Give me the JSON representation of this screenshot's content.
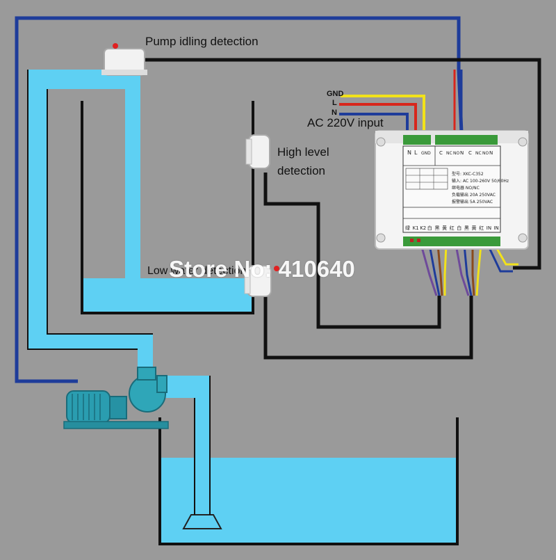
{
  "labels": {
    "pump_idling": "Pump idling detection",
    "high_level_1": "High level",
    "high_level_2": "detection",
    "low_level": "Low water detection",
    "ac_input": "AC  220V input",
    "gnd": "GND",
    "l": "L",
    "n": "N"
  },
  "watermark": "Store No: 410640",
  "controller": {
    "terminal_top_left": [
      "N",
      "L",
      "GND"
    ],
    "terminal_top_right": [
      "C",
      "NC",
      "NO",
      "N",
      "C",
      "NC",
      "NO",
      "N"
    ],
    "model_line": "型号: XKC-C352",
    "spec_input": "输入: AC 100-260V 50/60Hz",
    "spec_relay": "继电器 NO/NC",
    "spec_load": "负载输出 20A 250VAC",
    "spec_alarm": "报警输出 5A 250VAC",
    "bottom_codes": [
      "绿",
      "K1",
      "K2",
      "白",
      "黑",
      "黄",
      "红",
      "白",
      "黑",
      "黄",
      "红",
      "IN",
      "IN"
    ]
  },
  "colors": {
    "background": "#9a9a9a",
    "water": "#5ed0f3",
    "wire_black": "#111111",
    "wire_blue": "#1e3c9a",
    "wire_yellow": "#f2e21a",
    "wire_red": "#d8261c",
    "wire_brown": "#8a4a1c",
    "pump": "#2a9db0"
  }
}
